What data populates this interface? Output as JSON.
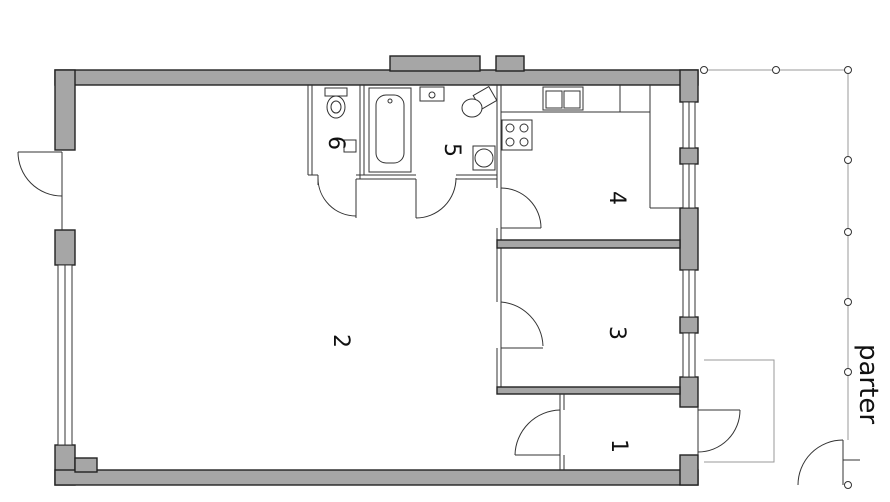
{
  "floor": {
    "label": "parter"
  },
  "rooms": [
    {
      "id": "room-1",
      "number": "1"
    },
    {
      "id": "room-2",
      "number": "2"
    },
    {
      "id": "room-3",
      "number": "3"
    },
    {
      "id": "room-4",
      "number": "4"
    },
    {
      "id": "room-5",
      "number": "5"
    },
    {
      "id": "room-6",
      "number": "6"
    }
  ]
}
